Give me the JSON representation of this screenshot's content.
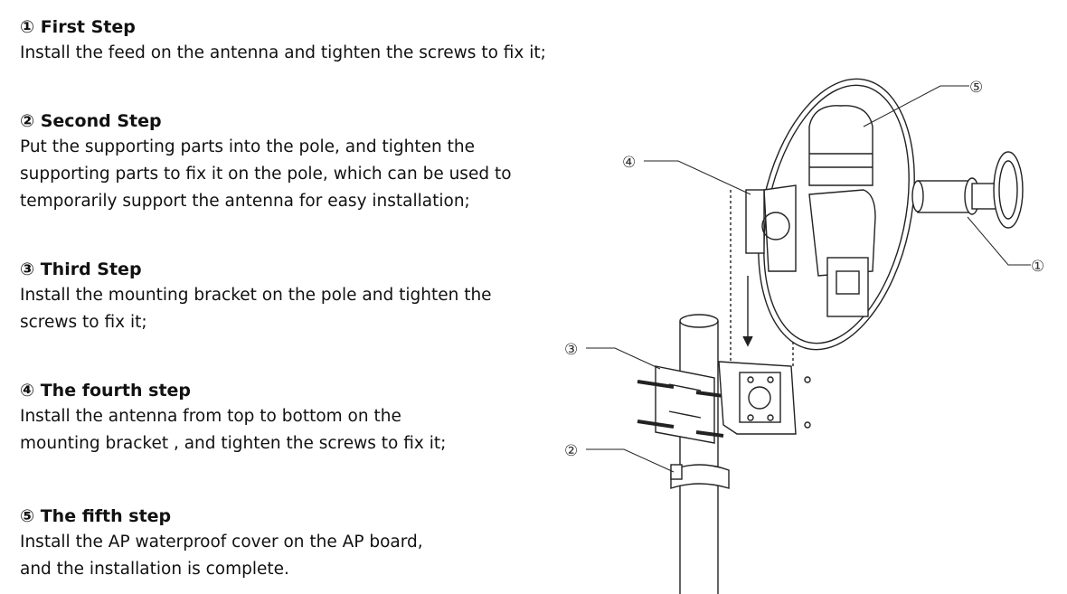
{
  "steps": [
    {
      "heading": "① First Step",
      "lines": [
        "Install the feed on the antenna and tighten the screws to fix it;"
      ]
    },
    {
      "heading": "② Second Step",
      "lines": [
        "Put the supporting parts into the pole, and tighten the",
        "supporting parts to fix it on the pole, which can be used to",
        "temporarily support the antenna for easy installation;"
      ]
    },
    {
      "heading": "③ Third Step",
      "lines": [
        "Install the mounting bracket on the pole and tighten the",
        "screws to fix it;"
      ]
    },
    {
      "heading": "④ The fourth step",
      "lines": [
        "Install the antenna from top to bottom on the",
        "mounting bracket , and tighten the screws to fix it;"
      ]
    },
    {
      "heading": "⑤ The fifth step",
      "lines": [
        "Install the AP waterproof cover on the AP board,",
        "and the installation is complete."
      ]
    }
  ],
  "diagram": {
    "callouts": [
      "①",
      "②",
      "③",
      "④",
      "⑤"
    ]
  }
}
